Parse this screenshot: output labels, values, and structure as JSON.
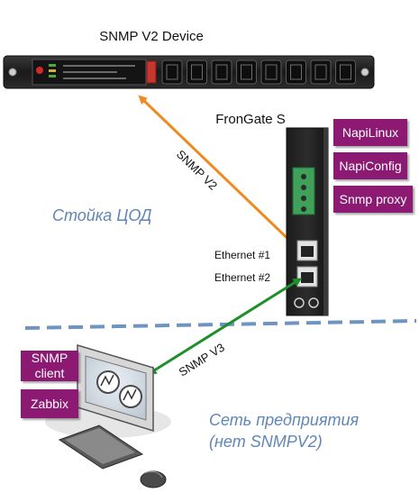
{
  "device_title": "SNMP V2 Device",
  "gateway_title": "FronGate S",
  "gateway_modules": [
    "NapiLinux",
    "NapiConfig",
    "Snmp proxy"
  ],
  "ports": {
    "eth1": "Ethernet #1",
    "eth2": "Ethernet #2"
  },
  "links": {
    "v2": "SNMP V2",
    "v3": "SNMP V3"
  },
  "zones": {
    "datacenter": "Стойка ЦОД",
    "enterprise_line1": "Сеть предприятия",
    "enterprise_line2": "(нет SNMPV2)"
  },
  "client_modules": {
    "snmp_client_line1": "SNMP",
    "snmp_client_line2": "client",
    "zabbix": "Zabbix"
  },
  "colors": {
    "module_box": "#8c1a72",
    "zone_text": "#5f86b8",
    "divider": "#6f94c2",
    "link_v2": "#f0891e",
    "link_v3": "#1f8f2b"
  }
}
